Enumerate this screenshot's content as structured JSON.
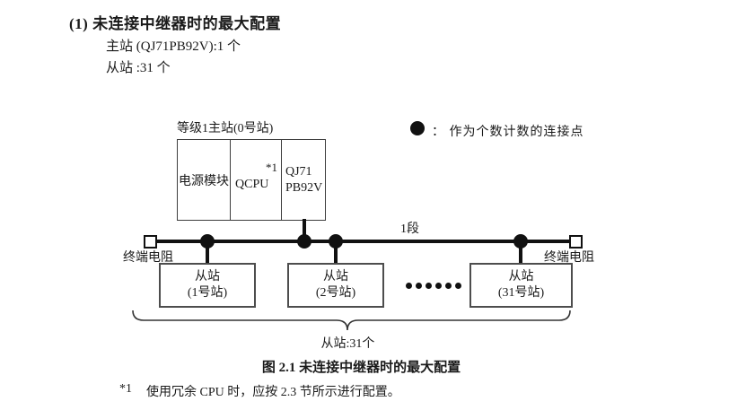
{
  "page": {
    "heading": "(1) 未连接中继器时的最大配置",
    "master_count_line": "主站 (QJ71PB92V):1 个",
    "slave_count_line": "从站 :31 个"
  },
  "diagram": {
    "master_label": "等级1主站(0号站)",
    "master_modules": {
      "power": "电源模块",
      "cpu": "QCPU",
      "cpu_note": "*1",
      "network_line1": "QJ71",
      "network_line2": "PB92V"
    },
    "legend": {
      "separator": "：",
      "text": "作为个数计数的连接点"
    },
    "segment_label": "1段",
    "terminator_left": "终端电阻",
    "terminator_right": "终端电阻",
    "slaves": [
      {
        "line1": "从站",
        "line2": "(1号站)"
      },
      {
        "line1": "从站",
        "line2": "(2号站)"
      },
      {
        "line1": "从站",
        "line2": "(31号站)"
      }
    ],
    "brace_label": "从站:31个"
  },
  "caption": "图 2.1 未连接中继器时的最大配置",
  "footnote": {
    "marker": "*1",
    "text": "使用冗余 CPU 时，应按 2.3 节所示进行配置。"
  },
  "colors": {
    "ink": "#1a1a1a",
    "line": "#111111",
    "box_border": "#4d4d4d"
  }
}
